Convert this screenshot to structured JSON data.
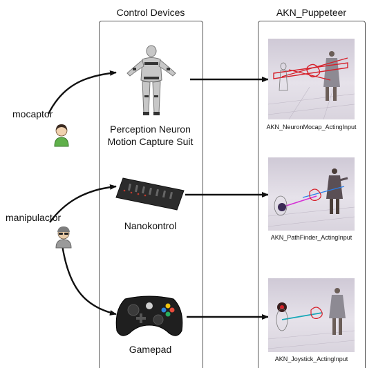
{
  "columns": {
    "control_devices": "Control Devices",
    "puppeteer": "AKN_Puppeteer"
  },
  "operators": {
    "mocaptor": "mocaptor",
    "manipulactor": "manipulactor"
  },
  "devices": {
    "suit": {
      "line1": "Perception Neuron",
      "line2": "Motion Capture Suit"
    },
    "nanokontrol": "Nanokontrol",
    "gamepad": "Gamepad"
  },
  "inputs": {
    "neuron": "AKN_NeuronMocap_ActingInput",
    "pathfinder": "AKN_PathFinder_ActingInput",
    "joystick": "AKN_Joystick_ActingInput"
  }
}
